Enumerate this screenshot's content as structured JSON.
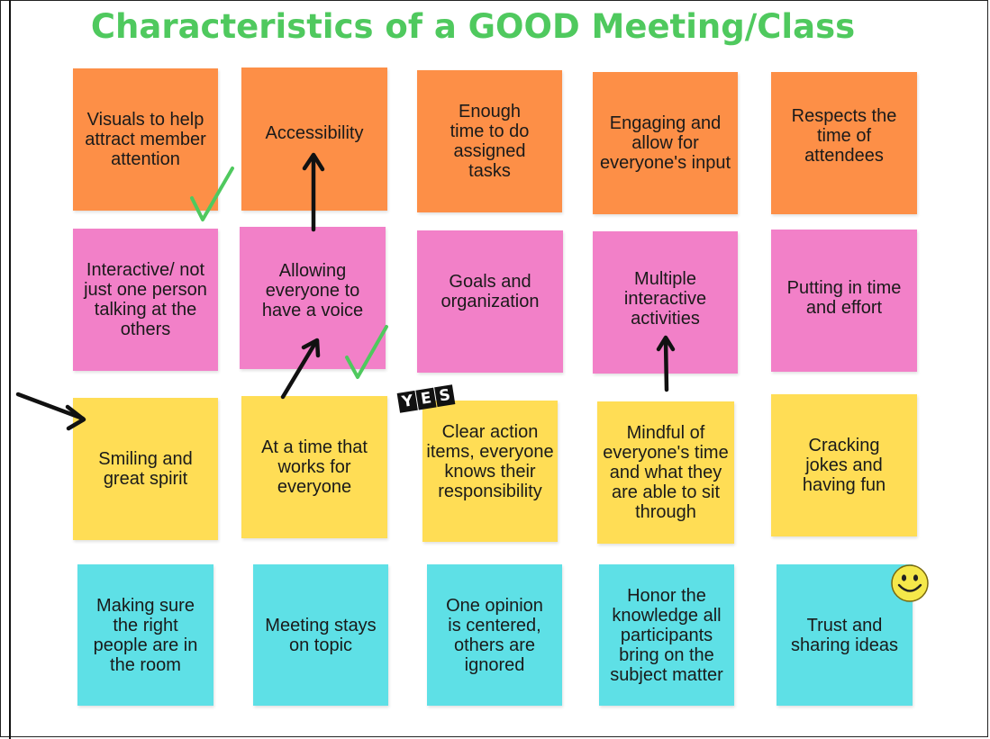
{
  "title": "Characteristics of a GOOD Meeting/Class",
  "rows": {
    "row1": [
      "Visuals to help attract member attention",
      "Accessibility",
      "Enough time to do assigned tasks",
      "Engaging and allow for everyone's input",
      "Respects the time of attendees"
    ],
    "row2": [
      "Interactive/ not just one person talking at the others",
      "Allowing everyone to have a voice",
      "Goals and organization",
      "Multiple interactive activities",
      "Putting in time and effort"
    ],
    "row3": [
      "Smiling and great spirit",
      "At a time that works for everyone",
      "Clear action items, everyone knows their responsibility",
      "Mindful of everyone's time and what they are able to sit through",
      "Cracking jokes and having fun"
    ],
    "row4": [
      "Making sure the right people are in the room",
      "Meeting stays on topic",
      "One opinion is centered, others are ignored",
      "Honor the knowledge all participants bring on the subject matter",
      "Trust and sharing ideas"
    ]
  },
  "yes_sticker": [
    "Y",
    "E",
    "S"
  ],
  "colors": {
    "title": "#4fc95e",
    "orange": "#fd8f47",
    "pink": "#f280c8",
    "yellow": "#ffdd55",
    "cyan": "#5ee0e6",
    "checkmark": "#4fc95e",
    "arrow": "#111111"
  },
  "icons": [
    "checkmark-icon",
    "arrow-icon",
    "smiley-icon"
  ]
}
